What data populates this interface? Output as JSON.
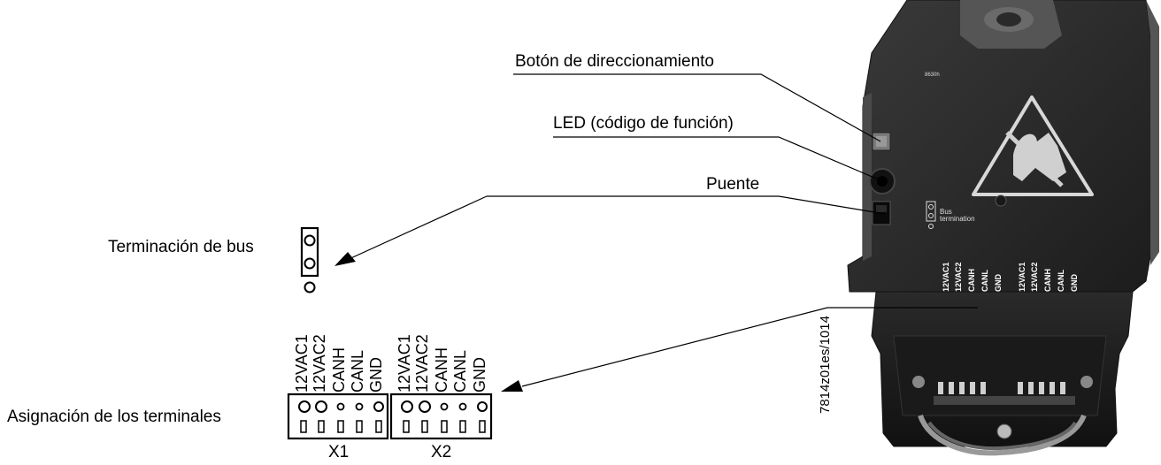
{
  "labels": {
    "address_button": "Botón de direccionamiento",
    "led": "LED (código de función)",
    "jumper": "Puente",
    "bus_termination": "Terminación de bus",
    "terminal_assignment": "Asignación de los terminales"
  },
  "terminal_blocks": [
    {
      "name": "X1",
      "terminals": [
        "12VAC1",
        "12VAC2",
        "CANH",
        "CANL",
        "GND"
      ]
    },
    {
      "name": "X2",
      "terminals": [
        "12VAC1",
        "12VAC2",
        "CANH",
        "CANL",
        "GND"
      ]
    }
  ],
  "device": {
    "bus_termination_label": "Bus termination",
    "small_code": "8630h"
  },
  "figure_code": "7814z01es/1014"
}
